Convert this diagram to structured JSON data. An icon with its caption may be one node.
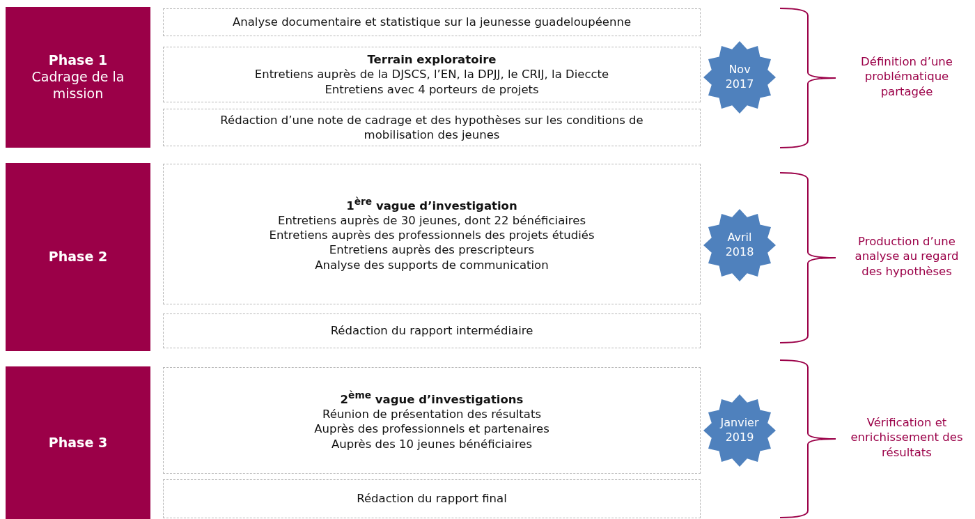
{
  "diagram": {
    "nodes": [
      {
        "text": [
          "Phase 1",
          "Cadrage de la mission"
        ]
      },
      {
        "text": [
          "Analyse documentaire et statistique sur la jeunesse guadeloupéenne"
        ]
      },
      {
        "text": [
          "Terrain exploratoire",
          "Entretiens auprès de la DJSCS, l’EN, la DPJJ, le CRIJ, la Dieccte",
          "Entretiens avec 4 porteurs de projets"
        ]
      },
      {
        "text": [
          "Rédaction d’une note de cadrage et des hypothèses sur les conditions de mobilisation des jeunes"
        ]
      },
      {
        "text": [
          "Nov 2017"
        ]
      },
      {
        "text": [
          "Phase 2"
        ]
      },
      {
        "text": [
          "1$^{ère}$ vague d’investigation",
          "Entretiens auprès de 30 jeunes, dont 22 bénéficiaires",
          "Entretiens auprès des professionnels des projets étudiés",
          "Entretiens auprès des prescripteurs",
          "Analyse des supports de communication"
        ]
      },
      {
        "text": [
          "Rédaction du rapport intermédiaire"
        ]
      },
      {
        "text": [
          "Avril 2018"
        ]
      },
      {
        "text": [
          "Phase 3"
        ]
      },
      {
        "text": [
          "2$^{ème}$ vague d’investigations",
          "Réunion de présentation des résultats",
          "Auprès des professionnels et partenaires",
          "Auprès des 10 jeunes bénéficiaires"
        ]
      },
      {
        "text": [
          "Rédaction du rapport final"
        ]
      },
      {
        "text": [
          "Janvier 2019"
        ]
      }
    ],
    "labels": [
      "Définition d’une problématique partagée",
      "Production d’une analyse au regard des hypothèses",
      "Vérification et enrichissement des résultats"
    ]
  }
}
